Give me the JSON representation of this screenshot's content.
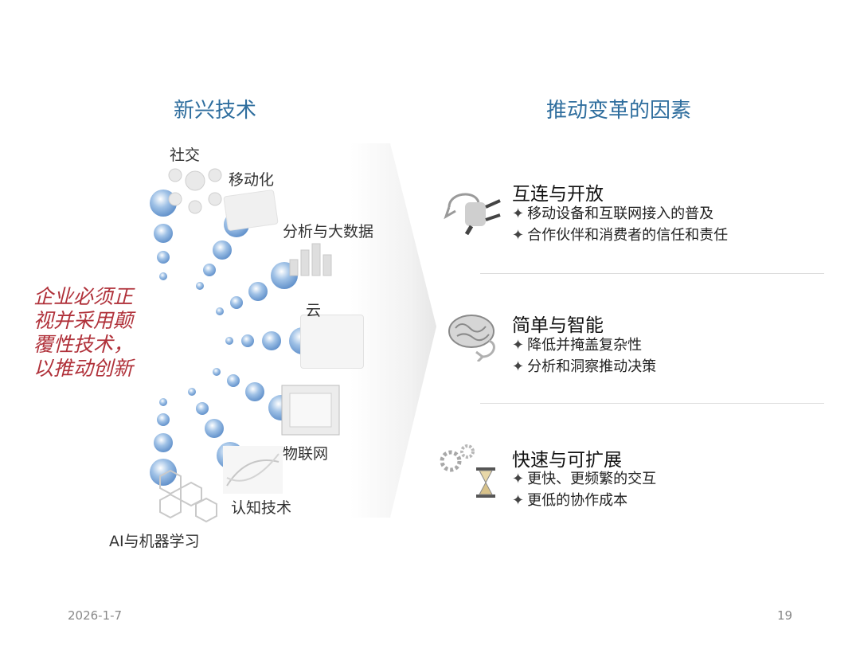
{
  "left": {
    "heading": "新兴技术",
    "quote_lines": [
      "企业必须正",
      "视并采用颠",
      "覆性技术，",
      "以推动创新"
    ],
    "tech": [
      {
        "label": "社交",
        "icon": "social-network-icon"
      },
      {
        "label": "移动化",
        "icon": "mobile-icon"
      },
      {
        "label": "分析与大数据",
        "icon": "analytics-chart-icon"
      },
      {
        "label": "云",
        "icon": "cloud-icon"
      },
      {
        "label": "物联网",
        "icon": "iot-device-icon"
      },
      {
        "label": "认知技术",
        "icon": "dna-helix-icon"
      },
      {
        "label": "AI与机器学习",
        "icon": "molecule-structure-icon"
      }
    ]
  },
  "right": {
    "heading": "推动变革的因素",
    "factors": [
      {
        "title": "互连与开放",
        "icon": "chat-plug-icon",
        "items": [
          "移动设备和互联网接入的普及",
          "合作伙伴和消费者的信任和责任"
        ]
      },
      {
        "title": "简单与智能",
        "icon": "brain-icon",
        "items": [
          "降低并掩盖复杂性",
          "分析和洞察推动决策"
        ]
      },
      {
        "title": "快速与可扩展",
        "icon": "gears-hourglass-icon",
        "items": [
          "更快、更频繁的交互",
          "更低的协作成本"
        ]
      }
    ]
  },
  "footer": {
    "date": "2026-1-7",
    "page": "19"
  },
  "colors": {
    "heading": "#2f6e9e",
    "quote": "#b0313a",
    "sphere": "#7aa7d8"
  }
}
